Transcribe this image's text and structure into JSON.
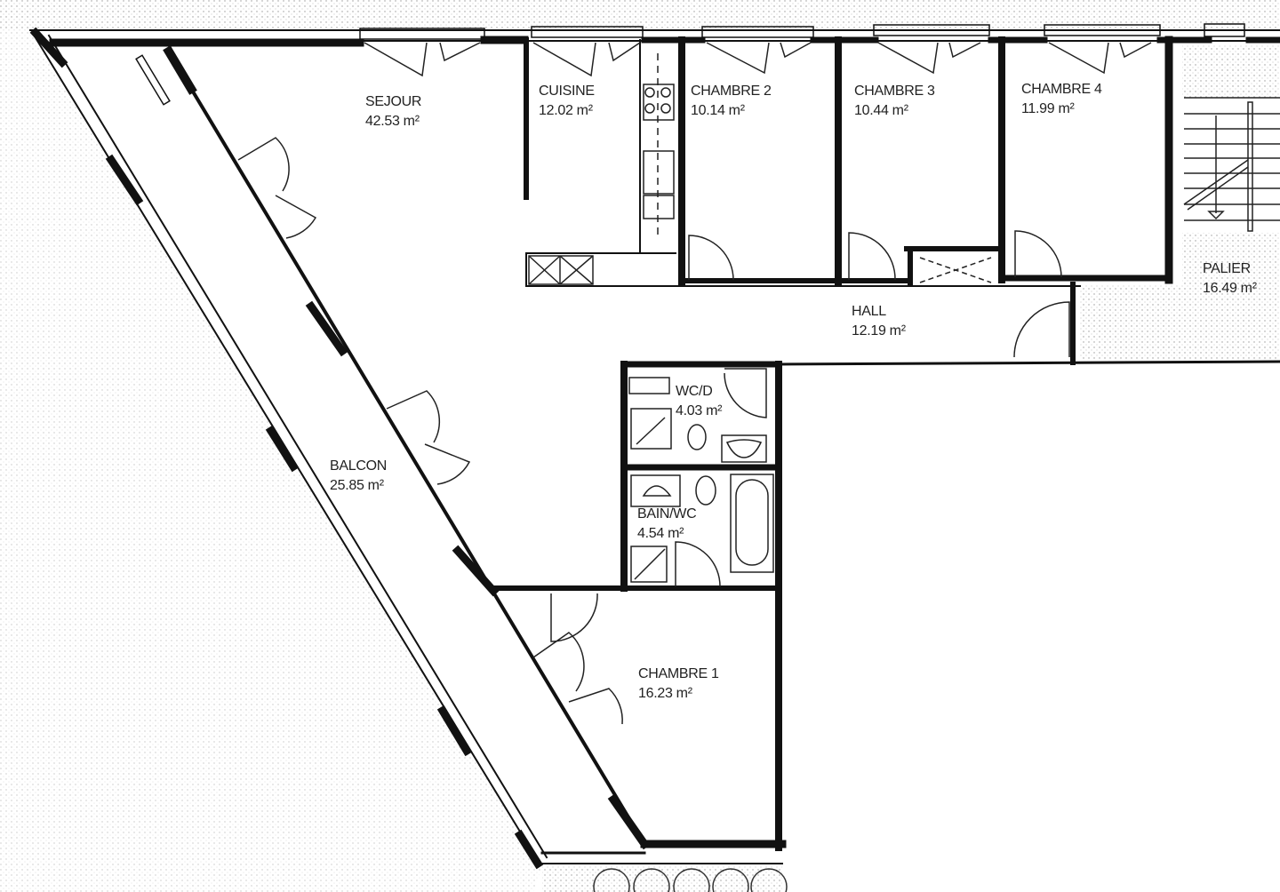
{
  "plan": {
    "colors": {
      "wall": "#111111",
      "line": "#222222",
      "text": "#222222",
      "stipple": "#c8c8c8",
      "background": "#ffffff"
    },
    "rooms": [
      {
        "name": "SEJOUR",
        "area": "42.53 m²"
      },
      {
        "name": "CUISINE",
        "area": "12.02 m²"
      },
      {
        "name": "CHAMBRE 2",
        "area": "10.14 m²"
      },
      {
        "name": "CHAMBRE 3",
        "area": "10.44 m²"
      },
      {
        "name": "CHAMBRE 4",
        "area": "11.99 m²"
      },
      {
        "name": "PALIER",
        "area": "16.49 m²"
      },
      {
        "name": "HALL",
        "area": "12.19 m²"
      },
      {
        "name": "WC/D",
        "area": "4.03 m²"
      },
      {
        "name": "BAIN/WC",
        "area": "4.54 m²"
      },
      {
        "name": "BALCON",
        "area": "25.85 m²"
      },
      {
        "name": "CHAMBRE 1",
        "area": "16.23 m²"
      }
    ]
  }
}
